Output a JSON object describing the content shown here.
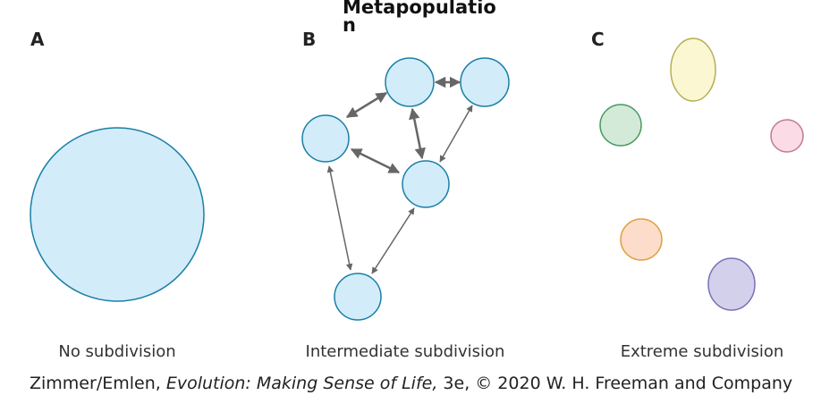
{
  "title_lines": [
    "Metapopulatio",
    "n"
  ],
  "panels": [
    {
      "letter": "A",
      "label": "No subdivision"
    },
    {
      "letter": "B",
      "label": "Intermediate subdivision"
    },
    {
      "letter": "C",
      "label": "Extreme subdivision"
    }
  ],
  "caption": {
    "prefix": "Zimmer/Emlen, ",
    "italic": "Evolution: Making Sense of Life,",
    "suffix": " 3e, © 2020 W. H. Freeman and Company"
  },
  "colors": {
    "population_fill": "#d2ecf9",
    "population_stroke": "#1a7fa6",
    "arrow": "#666666",
    "yellow": "#fbf7d2",
    "green": "#d3ead9",
    "pink": "#fbdbe6",
    "orange": "#fcdccb",
    "purple": "#d3d0eb"
  }
}
